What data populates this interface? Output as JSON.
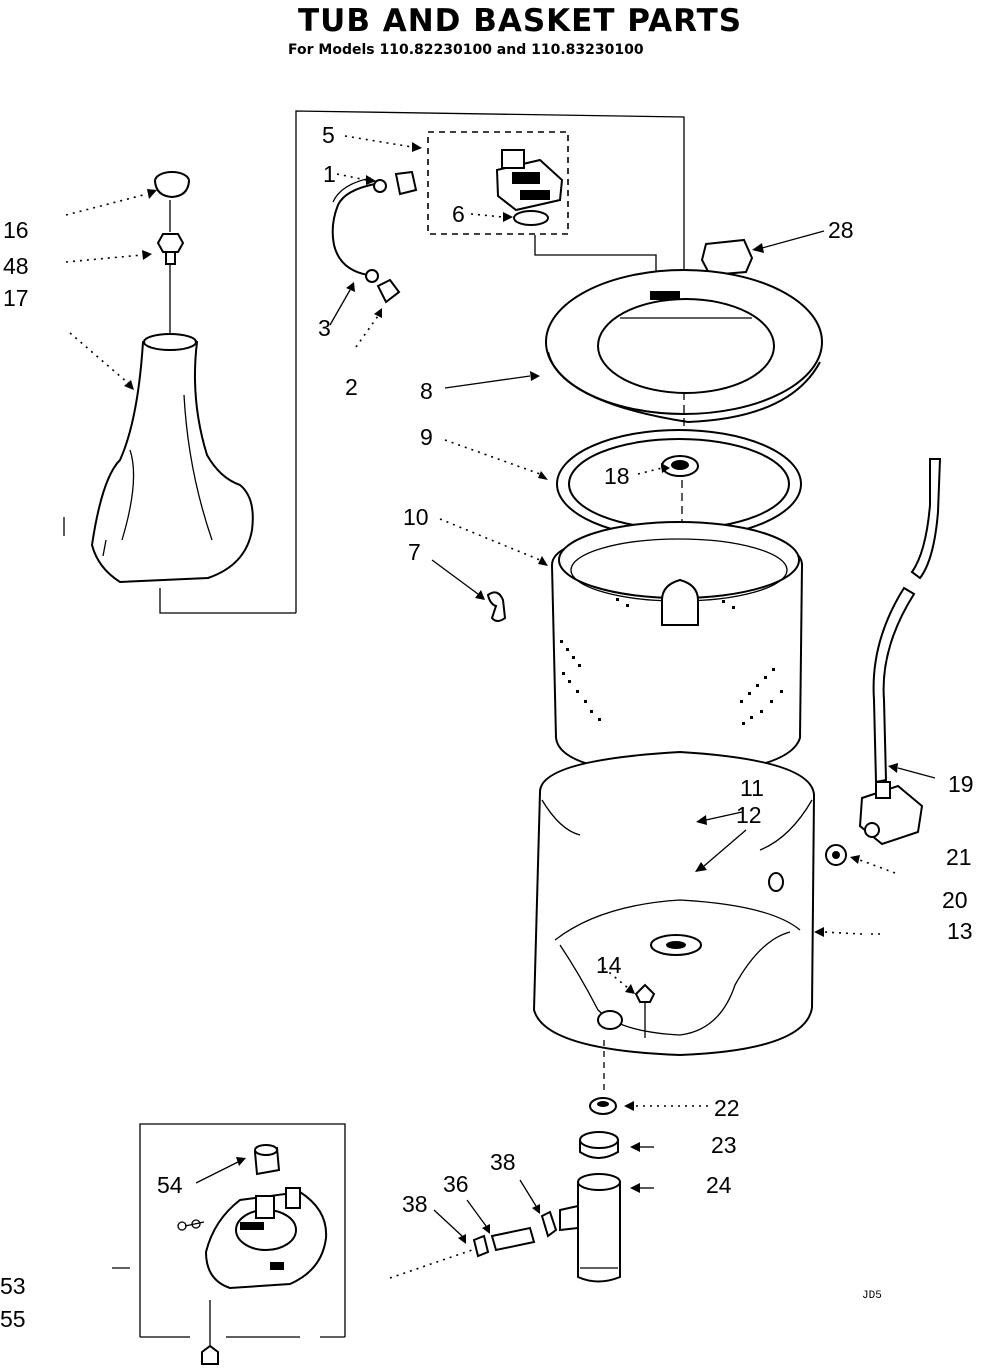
{
  "title": "TUB AND BASKET PARTS",
  "subtitle": "For Models 110.82230100 and 110.83230100",
  "code": "JD5",
  "labels": {
    "p1": "1",
    "p2": "2",
    "p3": "3",
    "p5": "5",
    "p6": "6",
    "p7": "7",
    "p8": "8",
    "p9": "9",
    "p10": "10",
    "p11": "11",
    "p12": "12",
    "p13": "13",
    "p14": "14",
    "p16": "16",
    "p17": "17",
    "p18": "18",
    "p19": "19",
    "p20": "20",
    "p21": "21",
    "p22": "22",
    "p23": "23",
    "p24": "24",
    "p28": "28",
    "p36": "36",
    "p38a": "38",
    "p38b": "38",
    "p48": "48",
    "p53": "53",
    "p54": "54",
    "p55": "55"
  }
}
